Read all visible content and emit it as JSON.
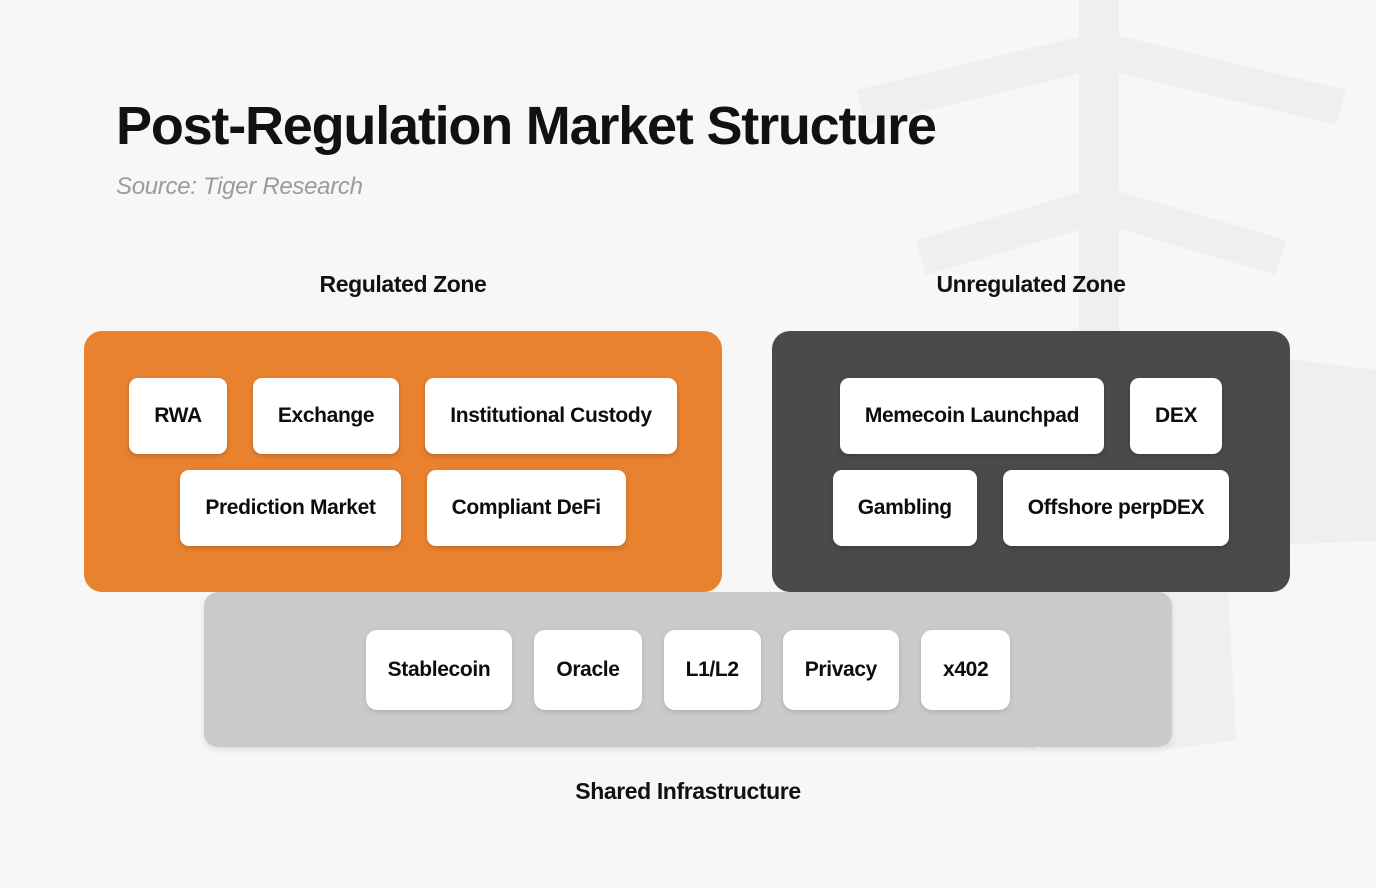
{
  "header": {
    "title": "Post-Regulation Market Structure",
    "source": "Source: Tiger Research"
  },
  "colors": {
    "background": "#f7f7f7",
    "regulated_zone": "#e8822f",
    "unregulated_zone": "#4a4a4a",
    "shared_infrastructure": "#cacaca",
    "chip": "#ffffff",
    "text": "#111111",
    "source_text": "#9b9b9b"
  },
  "chart_data": {
    "type": "diagram",
    "title": "Post-Regulation Market Structure",
    "subtitle": "Source: Tiger Research",
    "groups": [
      {
        "id": "regulated",
        "label": "Regulated Zone",
        "color": "#e8822f",
        "rows": [
          [
            "RWA",
            "Exchange",
            "Institutional Custody"
          ],
          [
            "Prediction Market",
            "Compliant DeFi"
          ]
        ]
      },
      {
        "id": "unregulated",
        "label": "Unregulated Zone",
        "color": "#4a4a4a",
        "rows": [
          [
            "Memecoin Launchpad",
            "DEX"
          ],
          [
            "Gambling",
            "Offshore perpDEX"
          ]
        ]
      },
      {
        "id": "shared",
        "label": "Shared Infrastructure",
        "color": "#cacaca",
        "rows": [
          [
            "Stablecoin",
            "Oracle",
            "L1/L2",
            "Privacy",
            "x402"
          ]
        ]
      }
    ]
  },
  "regulated": {
    "label": "Regulated Zone",
    "row1": {
      "item0": "RWA",
      "item1": "Exchange",
      "item2": "Institutional Custody"
    },
    "row2": {
      "item0": "Prediction Market",
      "item1": "Compliant DeFi"
    }
  },
  "unregulated": {
    "label": "Unregulated Zone",
    "row1": {
      "item0": "Memecoin Launchpad",
      "item1": "DEX"
    },
    "row2": {
      "item0": "Gambling",
      "item1": "Offshore perpDEX"
    }
  },
  "shared": {
    "label": "Shared Infrastructure",
    "row1": {
      "item0": "Stablecoin",
      "item1": "Oracle",
      "item2": "L1/L2",
      "item3": "Privacy",
      "item4": "x402"
    }
  }
}
